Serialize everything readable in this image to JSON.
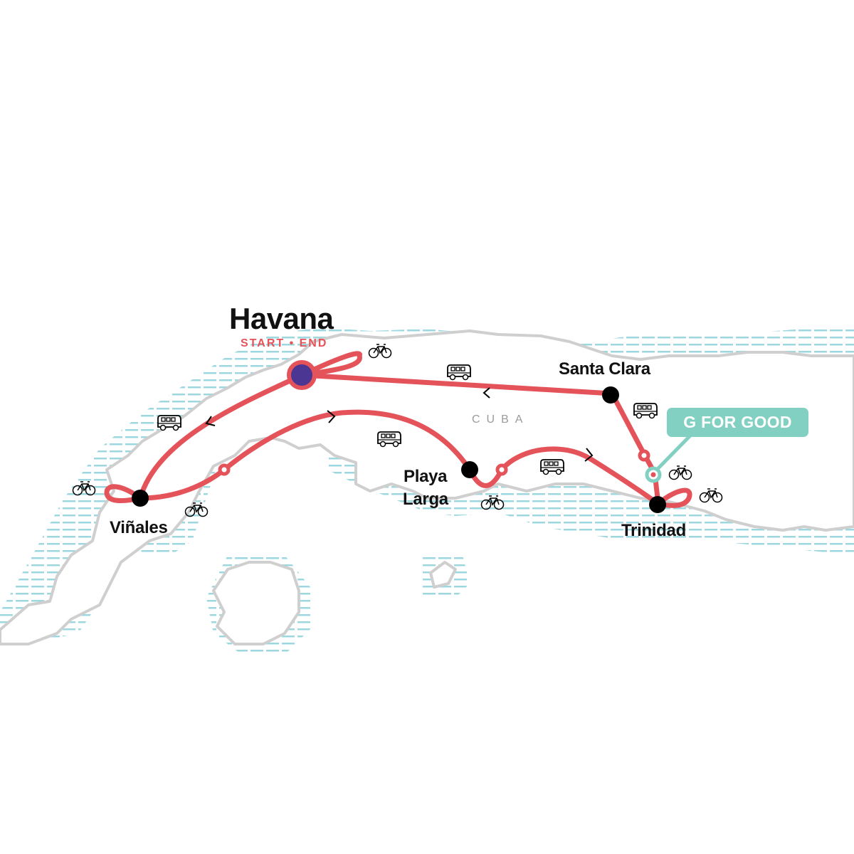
{
  "map": {
    "country_label": "CUBA",
    "colors": {
      "route": "#e5535a",
      "start_end_marker": "#4b3693",
      "stop_marker": "#000000",
      "coastline": "#cfcfcf",
      "water_hatching": "#9dd8e0",
      "g_for_good": "#82d0c2"
    },
    "start": {
      "name": "Havana",
      "tag": "START • END"
    },
    "stops": [
      {
        "name": "Viñales"
      },
      {
        "name": "Playa Larga",
        "lines": [
          "Playa",
          "Larga"
        ]
      },
      {
        "name": "Trinidad"
      },
      {
        "name": "Santa Clara"
      }
    ],
    "callout": {
      "label": "G FOR GOOD"
    },
    "transport_icons": [
      {
        "type": "bicycle-icon",
        "near": "Havana"
      },
      {
        "type": "bus-icon",
        "near": "Havana - Santa Clara"
      },
      {
        "type": "bus-icon",
        "near": "Havana - Viñales"
      },
      {
        "type": "bicycle-icon",
        "near": "Viñales west"
      },
      {
        "type": "bicycle-icon",
        "near": "Viñales south"
      },
      {
        "type": "bus-icon",
        "near": "Viñales - Playa Larga"
      },
      {
        "type": "bicycle-icon",
        "near": "Playa Larga"
      },
      {
        "type": "bus-icon",
        "near": "Playa Larga - Trinidad"
      },
      {
        "type": "bus-icon",
        "near": "Santa Clara - Trinidad"
      },
      {
        "type": "bicycle-icon",
        "near": "G for Good"
      },
      {
        "type": "bicycle-icon",
        "near": "Trinidad"
      }
    ]
  }
}
